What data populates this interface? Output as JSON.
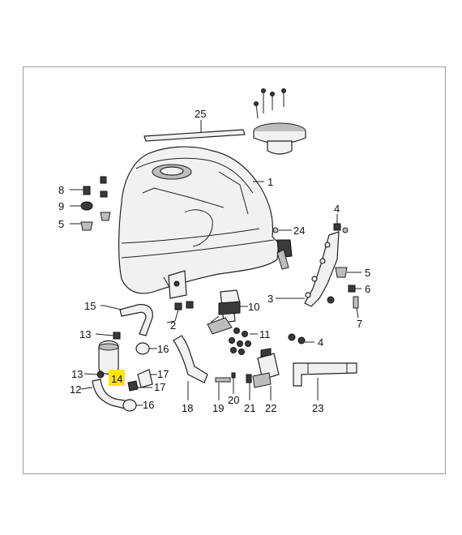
{
  "callouts": [
    "1",
    "2",
    "3",
    "4",
    "4",
    "5",
    "5",
    "6",
    "7",
    "8",
    "9",
    "10",
    "11",
    "12",
    "13",
    "13",
    "14",
    "15",
    "16",
    "16",
    "17",
    "17",
    "18",
    "19",
    "20",
    "21",
    "22",
    "23",
    "24",
    "25"
  ],
  "highlight_label": "14",
  "highlight_color": "#ffe600"
}
